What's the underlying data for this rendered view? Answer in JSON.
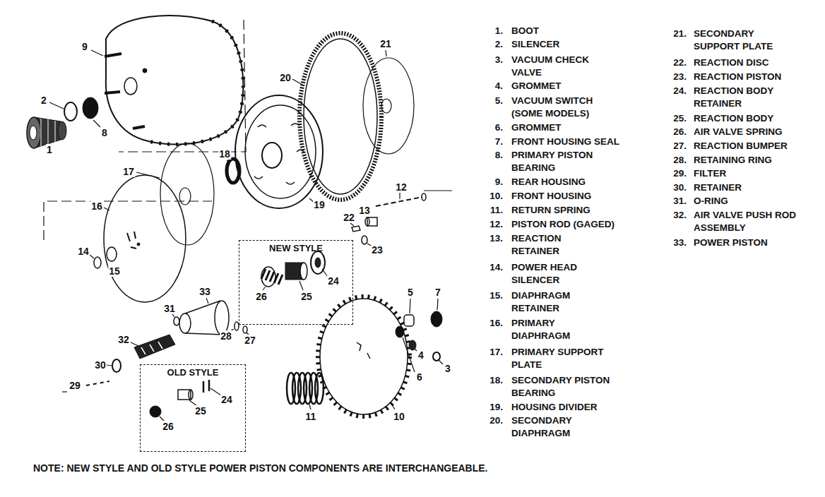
{
  "diagram": {
    "nodes": [
      {
        "text": [
          "NEW STYLE"
        ]
      },
      {
        "text": [
          "OLD STYLE"
        ]
      }
    ],
    "labels": [
      "9",
      "2",
      "8",
      "1",
      "21",
      "20",
      "18",
      "17",
      "19",
      "16",
      "12",
      "22",
      "13",
      "23",
      "14",
      "15",
      "24",
      "25",
      "26",
      "5",
      "7",
      "33",
      "31",
      "28",
      "27",
      "32",
      "4",
      "6",
      "3",
      "30",
      "29",
      "24",
      "25",
      "26",
      "11",
      "10",
      "1.",
      "BOOT",
      "2.",
      "SILENCER",
      "3.",
      "VACUUM CHECK VALVE",
      "4.",
      "GROMMET",
      "5.",
      "VACUUM SWITCH (SOME MODELS)",
      "6.",
      "GROMMET",
      "7.",
      "FRONT HOUSING SEAL",
      "8.",
      "PRIMARY PISTON BEARING",
      "9.",
      "REAR HOUSING",
      "10.",
      "FRONT HOUSING",
      "11.",
      "RETURN SPRING",
      "12.",
      "PISTON ROD (GAGED)",
      "13.",
      "REACTION RETAINER",
      "14.",
      "POWER HEAD SILENCER",
      "15.",
      "DIAPHRAGM RETAINER",
      "16.",
      "PRIMARY DIAPHRAGM",
      "17.",
      "PRIMARY SUPPORT PLATE",
      "18.",
      "SECONDARY PISTON BEARING",
      "19.",
      "HOUSING DIVIDER",
      "20.",
      "SECONDARY DIAPHRAGM",
      "21.",
      "SECONDARY SUPPORT PLATE",
      "22.",
      "REACTION DISC",
      "23.",
      "REACTION PISTON",
      "24.",
      "REACTION BODY RETAINER",
      "25.",
      "REACTION BODY",
      "26.",
      "AIR VALVE SPRING",
      "27.",
      "REACTION BUMPER",
      "28.",
      "RETAINING RING",
      "29.",
      "FILTER",
      "30.",
      "RETAINER",
      "31.",
      "O-RING",
      "32.",
      "AIR VALVE PUSH ROD ASSEMBLY",
      "33.",
      "POWER PISTON",
      "NOTE: NEW STYLE AND OLD STYLE POWER PISTON COMPONENTS ARE INTERCHANGEABLE."
    ]
  }
}
